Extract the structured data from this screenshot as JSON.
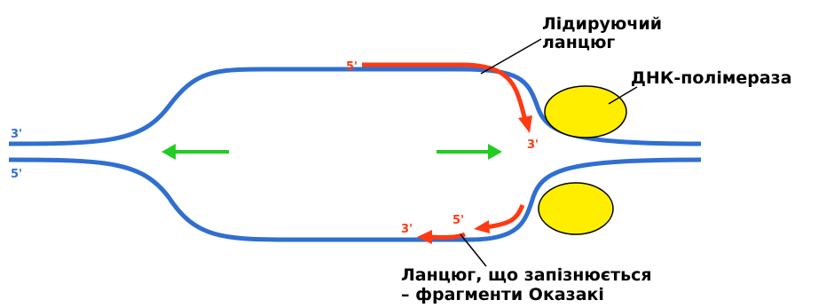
{
  "labels": {
    "leading_line1": "Лідируючий",
    "leading_line2": "ланцюг",
    "polymerase": "ДНК-полімераза",
    "lagging_line1": "Ланцюг, що запізнюється",
    "lagging_line2": "– фрагменти Оказакі"
  },
  "ends": {
    "top_left": "3'",
    "bottom_left": "5'",
    "leading_start": "5'",
    "leading_end": "3'",
    "okazaki_end": "3'",
    "okazaki_start": "5'"
  },
  "colors": {
    "strand": "#2f6fd0",
    "new_strand": "#ff3a12",
    "direction_arrow": "#22cc22",
    "polymerase_fill": "#ffee00",
    "end_label_blue": "#2f6fd0",
    "end_label_red": "#ff3a12"
  }
}
